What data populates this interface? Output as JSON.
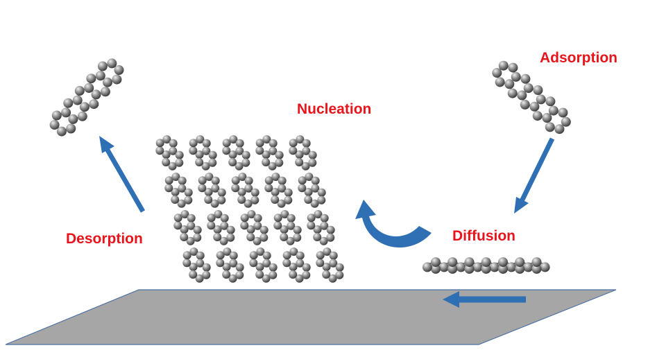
{
  "labels": {
    "adsorption": "Adsorption",
    "nucleation": "Nucleation",
    "desorption": "Desorption",
    "diffusion": "Diffusion"
  },
  "colors": {
    "label": "#e8141b",
    "arrow": "#2f6fb4",
    "substrate_fill": "#a6a6a6",
    "substrate_edge": "#4a6fa5",
    "atom": "#8a8a8a"
  },
  "icons": {
    "substrate": "substrate-plane",
    "molecule": "pentacene-ball-model",
    "crystal": "molecular-crystal-nucleus",
    "arrow": "process-arrow"
  }
}
